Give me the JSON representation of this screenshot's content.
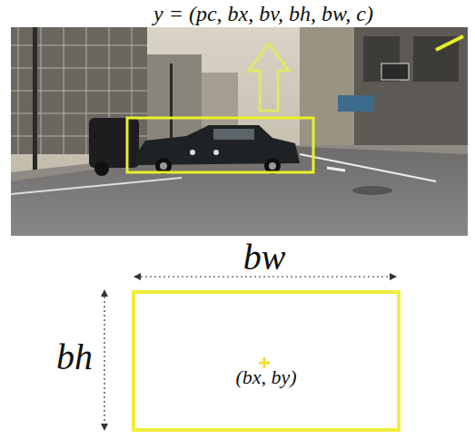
{
  "diagram": {
    "nodes": [
      {
        "text": [
          "(bx, by)"
        ]
      }
    ],
    "labels": [
      "y = (pc, bx, bv, bh, bw, c)",
      "bw",
      "bh"
    ]
  }
}
